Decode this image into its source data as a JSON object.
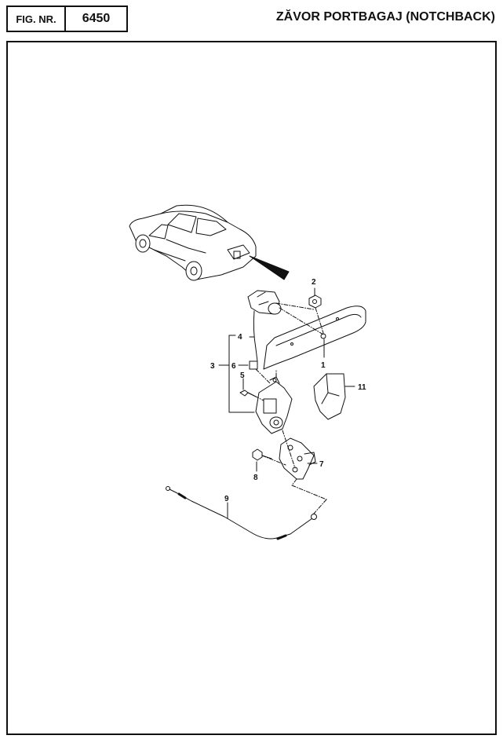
{
  "header": {
    "fig_label": "FIG. NR.",
    "fig_number": "6450",
    "title": "ZĂVOR PORTBAGAJ (NOTCHBACK)"
  },
  "callouts": {
    "c1": "1",
    "c2": "2",
    "c3": "3",
    "c4": "4",
    "c5": "5",
    "c6": "6",
    "c7": "7",
    "c8": "8",
    "c9": "9",
    "c11": "11"
  }
}
